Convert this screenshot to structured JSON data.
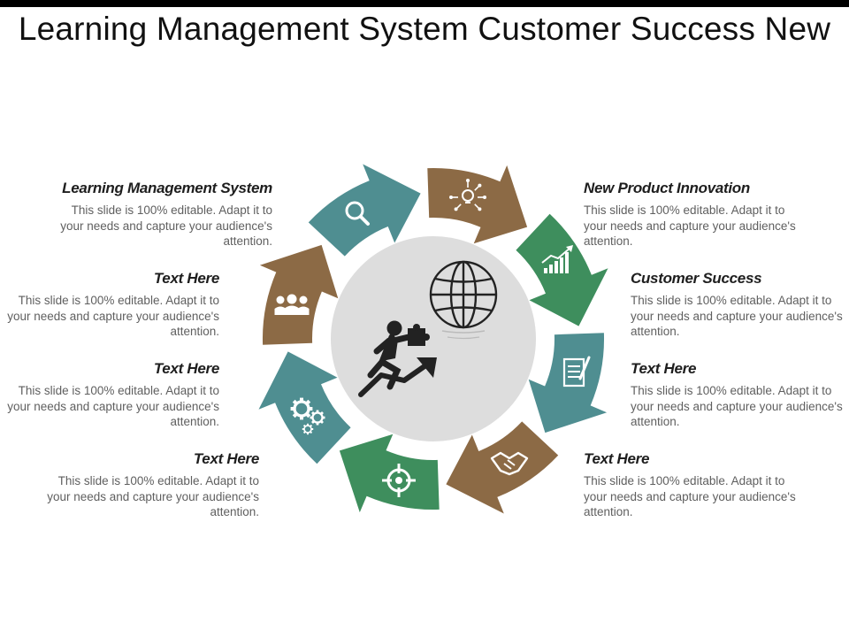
{
  "title": "Learning Management System Customer Success New",
  "colors": {
    "teal": "#4F8E91",
    "brown": "#8C6A45",
    "green": "#3E8E5D",
    "hub": "#DDDDDD",
    "dark": "#222222"
  },
  "segments": [
    {
      "icon": "magnifier-icon",
      "color": "teal"
    },
    {
      "icon": "lightbulb-icon",
      "color": "brown"
    },
    {
      "icon": "growth-chart-icon",
      "color": "green"
    },
    {
      "icon": "notepad-icon",
      "color": "teal"
    },
    {
      "icon": "handshake-icon",
      "color": "brown"
    },
    {
      "icon": "target-icon",
      "color": "green"
    },
    {
      "icon": "gears-icon",
      "color": "teal"
    },
    {
      "icon": "team-icon",
      "color": "brown"
    }
  ],
  "center_icons": [
    "globe-icon",
    "running-man-puzzle-icon"
  ],
  "blocks": {
    "lms": {
      "heading": "Learning Management System",
      "body": "This slide is 100% editable. Adapt it to your needs and capture your audience's attention."
    },
    "left1": {
      "heading": "Text Here",
      "body": "This slide is 100% editable. Adapt it to your needs and capture your audience's attention."
    },
    "left2": {
      "heading": "Text Here",
      "body": "This slide is 100% editable. Adapt it to your needs and capture your audience's attention."
    },
    "left3": {
      "heading": "Text Here",
      "body": "This slide is 100% editable. Adapt it to your needs and capture your audience's attention."
    },
    "npi": {
      "heading": "New Product Innovation",
      "body": "This slide is 100% editable. Adapt it to your needs and capture your audience's attention."
    },
    "cs": {
      "heading": "Customer Success",
      "body": "This slide is 100% editable. Adapt it to your needs and capture your audience's attention."
    },
    "right1": {
      "heading": "Text Here",
      "body": "This slide is 100% editable. Adapt it to your needs and capture your audience's attention."
    },
    "right2": {
      "heading": "Text Here",
      "body": "This slide is 100% editable. Adapt it to your needs and capture your audience's attention."
    }
  }
}
